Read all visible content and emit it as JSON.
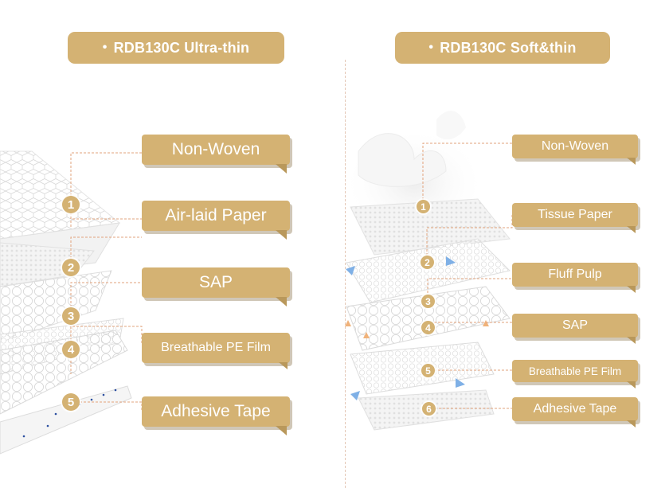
{
  "left_panel": {
    "title": "RDB130C Ultra-thin",
    "layers": [
      {
        "number": "1",
        "label": "Non-Woven"
      },
      {
        "number": "2",
        "label": "Air-laid Paper"
      },
      {
        "number": "3",
        "label": "SAP"
      },
      {
        "number": "4",
        "label": "Breathable PE Film"
      },
      {
        "number": "5",
        "label": "Adhesive Tape"
      }
    ]
  },
  "right_panel": {
    "title": "RDB130C Soft&thin",
    "layers": [
      {
        "number": "1",
        "label": "Non-Woven"
      },
      {
        "number": "2",
        "label": "Tissue Paper"
      },
      {
        "number": "3",
        "label": "Fluff Pulp"
      },
      {
        "number": "4",
        "label": "SAP"
      },
      {
        "number": "5",
        "label": "Breathable PE Film"
      },
      {
        "number": "6",
        "label": "Adhesive Tape"
      }
    ]
  },
  "colors": {
    "accent": "#d4b273",
    "accent_shadow": "#b9985b",
    "leader_line": "#e2a37c",
    "divider": "#e4c8b7",
    "arrow_blue": "#7fb0e6",
    "arrow_orange": "#f0b27a"
  },
  "bullet_glyph": "•"
}
